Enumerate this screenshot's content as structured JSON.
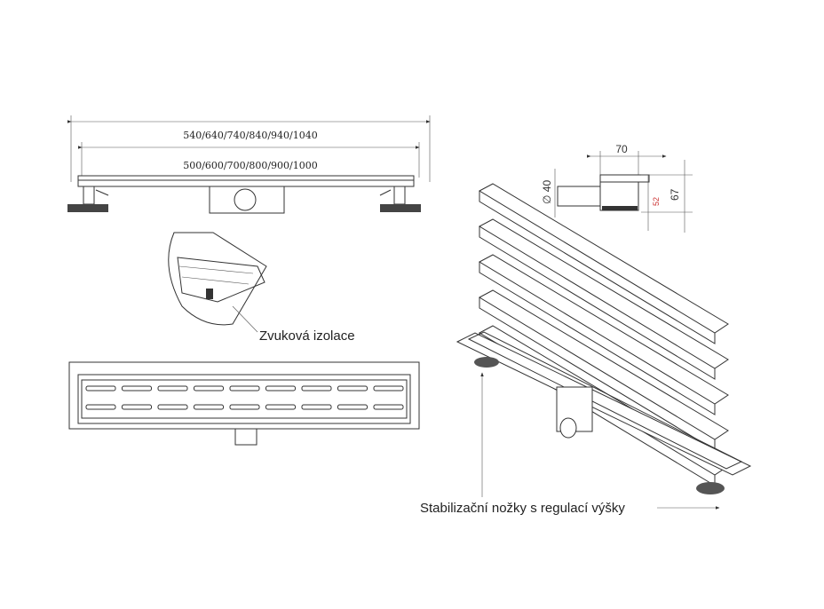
{
  "top_view": {
    "outer_dimension": "540/640/740/840/940/1040",
    "inner_dimension": "500/600/700/800/900/1000"
  },
  "detail": {
    "insulation_label": "Zvuková izolace"
  },
  "section": {
    "width": "70",
    "pipe_diameter": "∅ 40",
    "inner_height": "52",
    "total_height": "67"
  },
  "exploded_view": {
    "feet_label": "Stabilizační nožky s regulací výšky"
  },
  "colors": {
    "line": "#333333",
    "accent_dimension": "#cc3333"
  }
}
